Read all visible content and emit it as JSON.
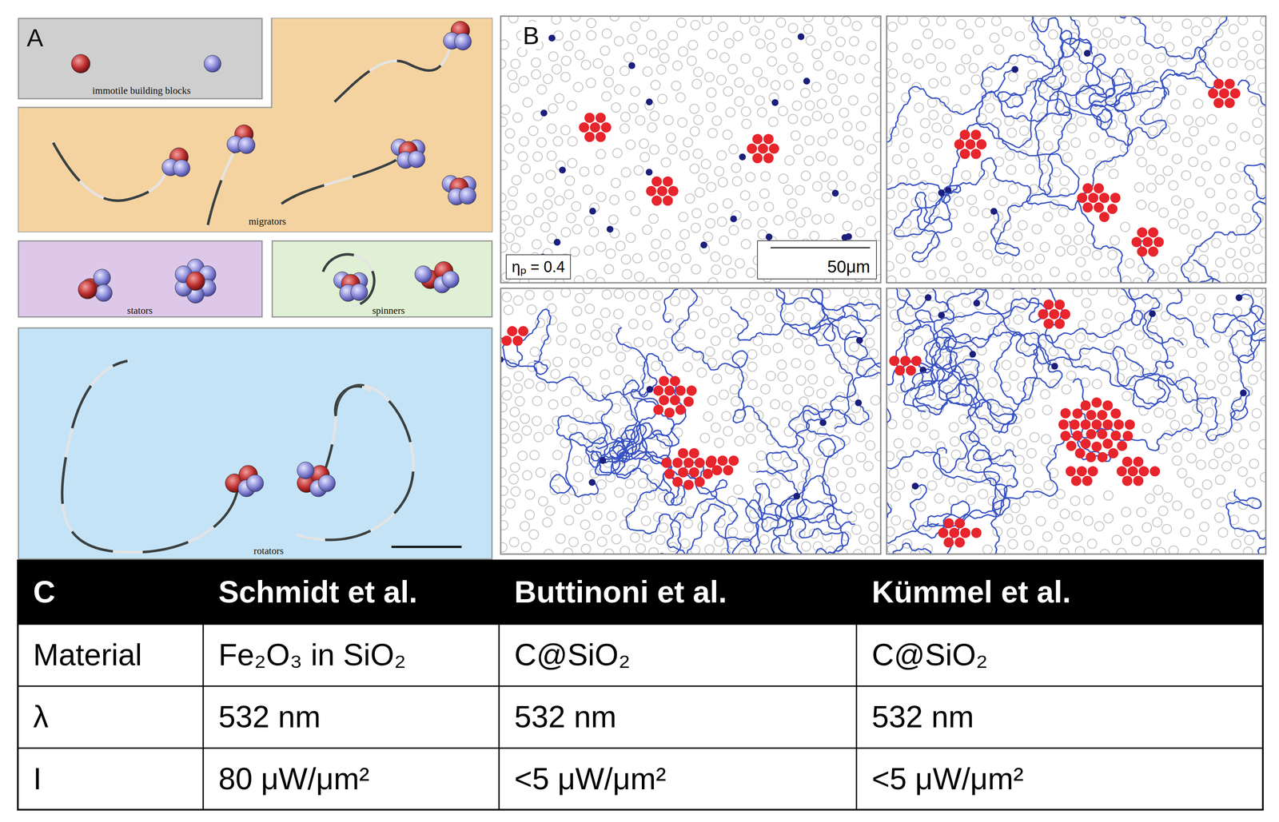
{
  "diagram": {
    "nodes": [
      {
        "text": [
          "A",
          "immotile building blocks"
        ]
      },
      {
        "text": [
          "migrators"
        ]
      },
      {
        "text": [
          "stators"
        ]
      },
      {
        "text": [
          "spinners"
        ]
      },
      {
        "text": [
          "rotators"
        ]
      }
    ],
    "labels": [
      "B",
      "ηₚ = 0.4",
      "50μm",
      "C",
      "Schmidt et al.",
      "Buttinoni et al.",
      "Kümmel et al.",
      "Material",
      "Fe₂O₃ in SiO₂",
      "C@SiO₂",
      "C@SiO₂",
      "λ",
      "532 nm",
      "532 nm",
      "532 nm",
      "I",
      "80 μW/μm²",
      "<5 μW/μm²",
      "<5 μW/μm²"
    ]
  }
}
